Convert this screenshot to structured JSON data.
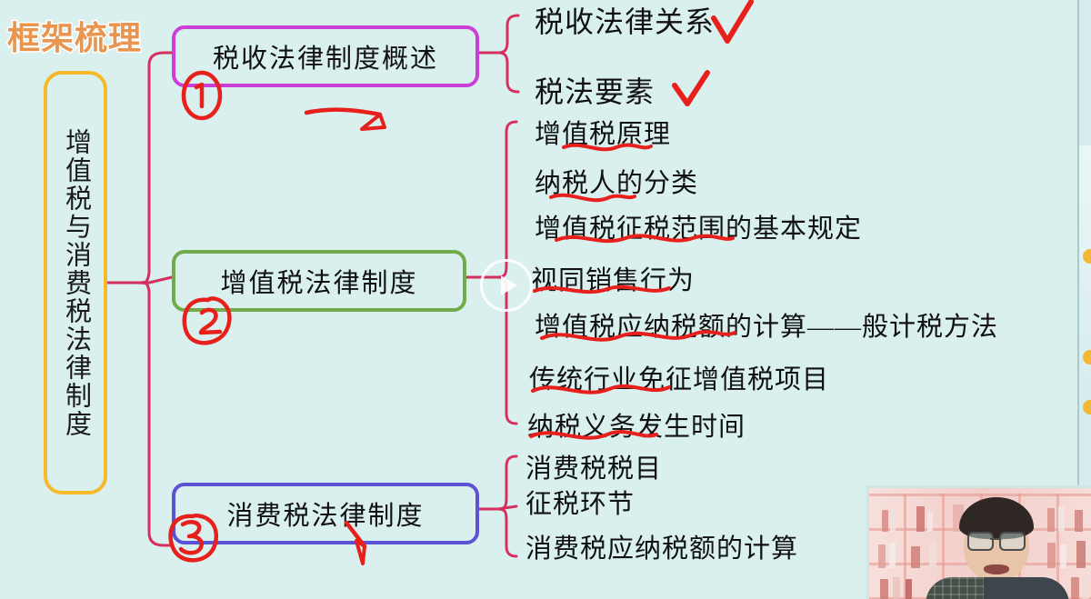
{
  "page": {
    "title": "框架梳理",
    "background_color": "#d9f0ef",
    "title_color": "#e8954f"
  },
  "root_node": {
    "label": "增值税与消费税法律制度",
    "border_color": "#f6b92a"
  },
  "branches": [
    {
      "id": 1,
      "label": "税收法律制度概述",
      "border_color": "#c93fd8",
      "handwritten_number": "①",
      "children": [
        {
          "label": "税收法律关系",
          "mark": "check",
          "underline": false
        },
        {
          "label": "税法要素",
          "mark": "check",
          "underline": false
        }
      ]
    },
    {
      "id": 2,
      "label": "增值税法律制度",
      "border_color": "#72ab49",
      "handwritten_number": "②",
      "children": [
        {
          "label": "增值税原理",
          "mark": "none",
          "underline": true
        },
        {
          "label": "纳税人的分类",
          "mark": "none",
          "underline": true
        },
        {
          "label": "增值税征税范围的基本规定",
          "mark": "none",
          "underline": true
        },
        {
          "label": "视同销售行为",
          "mark": "none",
          "underline": true
        },
        {
          "label": "增值税应纳税额的计算——般计税方法",
          "mark": "none",
          "underline": true
        },
        {
          "label": "传统行业免征增值税项目",
          "mark": "none",
          "underline": true
        },
        {
          "label": "纳税义务发生时间",
          "mark": "none",
          "underline": true
        }
      ]
    },
    {
      "id": 3,
      "label": "消费税法律制度",
      "border_color": "#5b52d6",
      "handwritten_number": "③",
      "children": [
        {
          "label": "消费税税目",
          "mark": "none",
          "underline": false
        },
        {
          "label": "征税环节",
          "mark": "none",
          "underline": false
        },
        {
          "label": "消费税应纳税额的计算",
          "mark": "none",
          "underline": false
        }
      ]
    }
  ],
  "annotations": {
    "ink_color": "#e8201c",
    "connector_color": "#d63060",
    "items": [
      {
        "name": "circled-one",
        "value": "①"
      },
      {
        "name": "circled-two",
        "value": "②"
      },
      {
        "name": "circled-three",
        "value": "③"
      },
      {
        "name": "arrow-under-box-1",
        "value": "arrow"
      },
      {
        "name": "arrow-under-box-3",
        "value": "arrow"
      },
      {
        "name": "checkmark-1",
        "value": "✓"
      },
      {
        "name": "checkmark-2",
        "value": "✓"
      }
    ]
  },
  "video_player": {
    "play_button": "play-icon",
    "webcam_label": "instructor-webcam"
  }
}
